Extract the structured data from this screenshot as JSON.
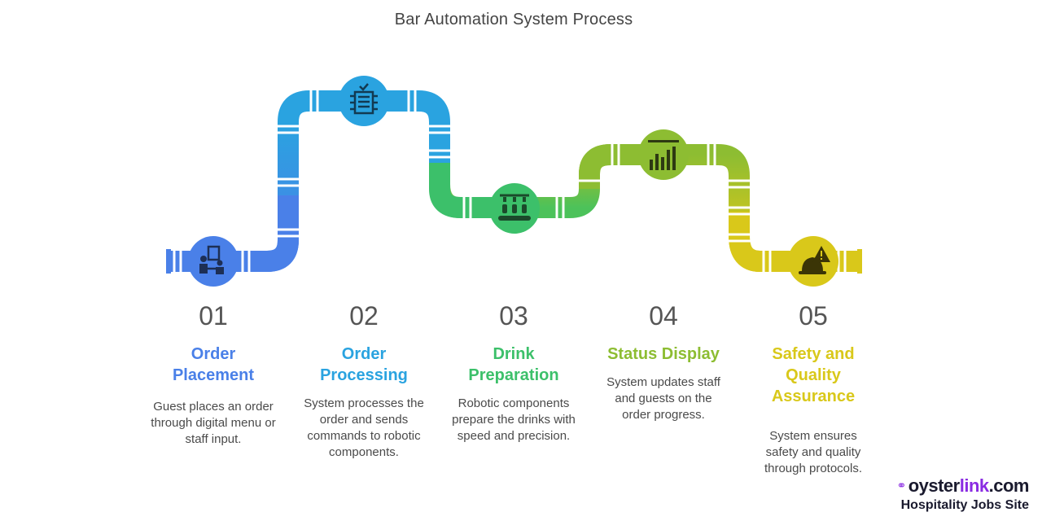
{
  "title": "Bar Automation System Process",
  "steps": [
    {
      "num": "01",
      "title": "Order Placement",
      "desc": "Guest places an order through digital menu or staff input.",
      "color": "#4a80e8",
      "icon": "person-kiosk-icon"
    },
    {
      "num": "02",
      "title": "Order Processing",
      "desc": "System processes the order and sends commands to robotic components.",
      "color": "#2aa3e0",
      "icon": "processor-chip-icon"
    },
    {
      "num": "03",
      "title": "Drink Preparation",
      "desc": "Robotic components prepare the drinks with speed and precision.",
      "color": "#3cc06a",
      "icon": "bottling-line-icon"
    },
    {
      "num": "04",
      "title": "Status Display",
      "desc": "System updates staff and guests on the order progress.",
      "color": "#8dbd32",
      "icon": "bar-chart-display-icon"
    },
    {
      "num": "05",
      "title": "Safety and Quality Assurance",
      "desc": "System ensures safety and quality through protocols.",
      "color": "#d9c81a",
      "icon": "hard-hat-warning-icon"
    }
  ],
  "brand": {
    "name_prefix": "oyster",
    "name_link": "link",
    "name_suffix": ".com",
    "tagline": "Hospitality Jobs Site"
  }
}
